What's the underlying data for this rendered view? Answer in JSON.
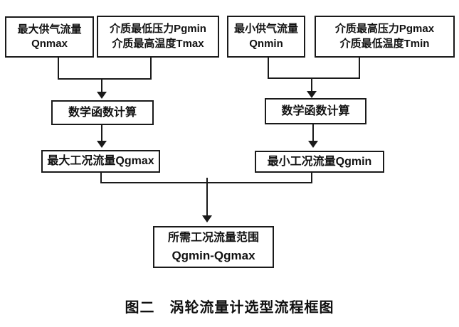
{
  "diagram": {
    "caption": "图二　涡轮流量计选型流程框图",
    "nodes": {
      "qnmax": {
        "line1": "最大供气流量",
        "line2": "Qnmax"
      },
      "pgmin_tmax": {
        "line1": "介质最低压力Pgmin",
        "line2": "介质最高温度Tmax"
      },
      "qnmin": {
        "line1": "最小供气流量",
        "line2": "Qnmin"
      },
      "pgmax_tmin": {
        "line1": "介质最高压力Pgmax",
        "line2": "介质最低温度Tmin"
      },
      "calc_left": {
        "label": "数学函数计算"
      },
      "calc_right": {
        "label": "数学函数计算"
      },
      "qgmax": {
        "label": "最大工况流量Qgmax"
      },
      "qgmin": {
        "label": "最小工况流量Qgmin"
      },
      "result": {
        "line1": "所需工况流量范围",
        "line2": "Qgmin-Qgmax"
      }
    },
    "colors": {
      "line": "#1a1a1a",
      "text": "#111111",
      "background": "#ffffff",
      "node_background": "#ffffff"
    }
  }
}
